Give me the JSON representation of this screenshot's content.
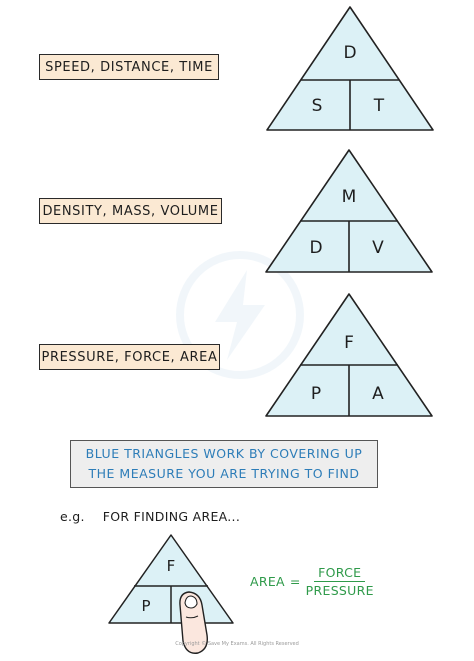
{
  "triangles": [
    {
      "label": "SPEED, DISTANCE, TIME",
      "top": "D",
      "bottom_left": "S",
      "bottom_right": "T"
    },
    {
      "label": "DENSITY, MASS, VOLUME",
      "top": "M",
      "bottom_left": "D",
      "bottom_right": "V"
    },
    {
      "label": "PRESSURE, FORCE, AREA",
      "top": "F",
      "bottom_left": "P",
      "bottom_right": "A"
    }
  ],
  "note": {
    "line1": "BLUE TRIANGLES WORK BY COVERING UP",
    "line2": "THE MEASURE YOU ARE TRYING TO FIND"
  },
  "example": {
    "prefix": "e.g.",
    "text": "FOR FINDING AREA...",
    "triangle": {
      "top": "F",
      "bottom_left": "P",
      "bottom_right": ""
    },
    "equation": {
      "lhs": "AREA",
      "equals": "=",
      "numerator": "FORCE",
      "denominator": "PRESSURE"
    }
  },
  "footer": {
    "copyright": "Copyright © Save My Exams. All Rights Reserved"
  },
  "colors": {
    "triangle_fill": "#dcf1f6",
    "label_fill": "#fbe9d3",
    "note_text": "#2d7db8",
    "equation_text": "#2f9a4a"
  }
}
